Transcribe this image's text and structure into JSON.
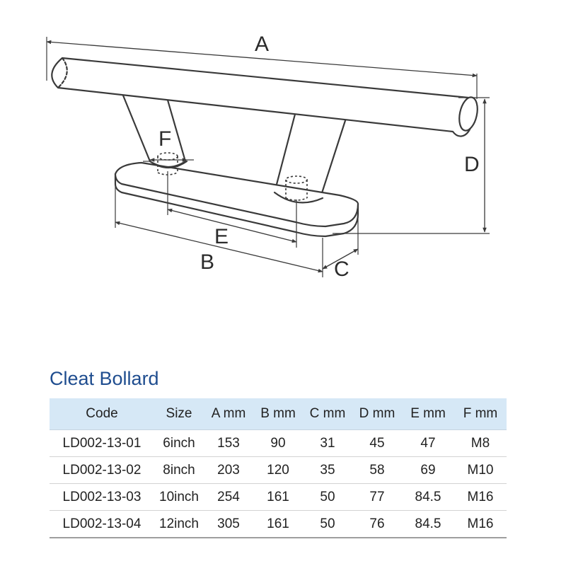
{
  "diagram": {
    "dimension_labels": {
      "A": "A",
      "B": "B",
      "C": "C",
      "D": "D",
      "E": "E",
      "F": "F"
    },
    "colors": {
      "line": "#3a3a3a",
      "fill": "#ffffff"
    }
  },
  "product": {
    "title": "Cleat Bollard"
  },
  "table": {
    "header_bg": "#d6e8f6",
    "columns": [
      "Code",
      "Size",
      "A mm",
      "B mm",
      "C mm",
      "D mm",
      "E mm",
      "F mm"
    ],
    "rows": [
      [
        "LD002-13-01",
        "6inch",
        "153",
        "90",
        "31",
        "45",
        "47",
        "M8"
      ],
      [
        "LD002-13-02",
        "8inch",
        "203",
        "120",
        "35",
        "58",
        "69",
        "M10"
      ],
      [
        "LD002-13-03",
        "10inch",
        "254",
        "161",
        "50",
        "77",
        "84.5",
        "M16"
      ],
      [
        "LD002-13-04",
        "12inch",
        "305",
        "161",
        "50",
        "76",
        "84.5",
        "M16"
      ]
    ]
  }
}
